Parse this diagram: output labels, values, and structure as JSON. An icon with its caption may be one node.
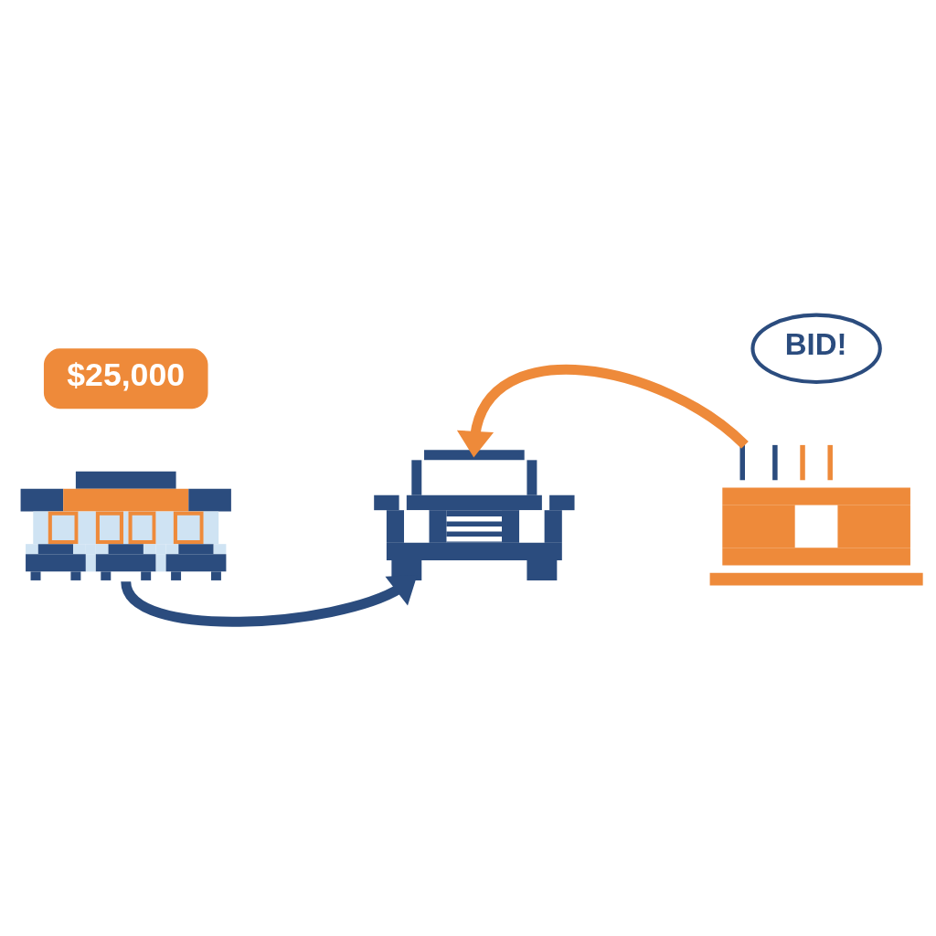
{
  "diagram": {
    "nodes": [
      {
        "text": [
          "$25,000"
        ]
      },
      {
        "text": [],
        "shape": "picture"
      },
      {
        "text": [],
        "shape": "picture"
      },
      {
        "text": [],
        "shape": "picture"
      },
      {
        "text": [
          "BID!"
        ]
      }
    ],
    "edges": [
      {
        "from": 1,
        "to": 2,
        "arrow": "to",
        "color": "#2b4c7e"
      },
      {
        "from": 3,
        "to": 2,
        "arrow": "to",
        "color": "#ee8a3a"
      }
    ]
  }
}
